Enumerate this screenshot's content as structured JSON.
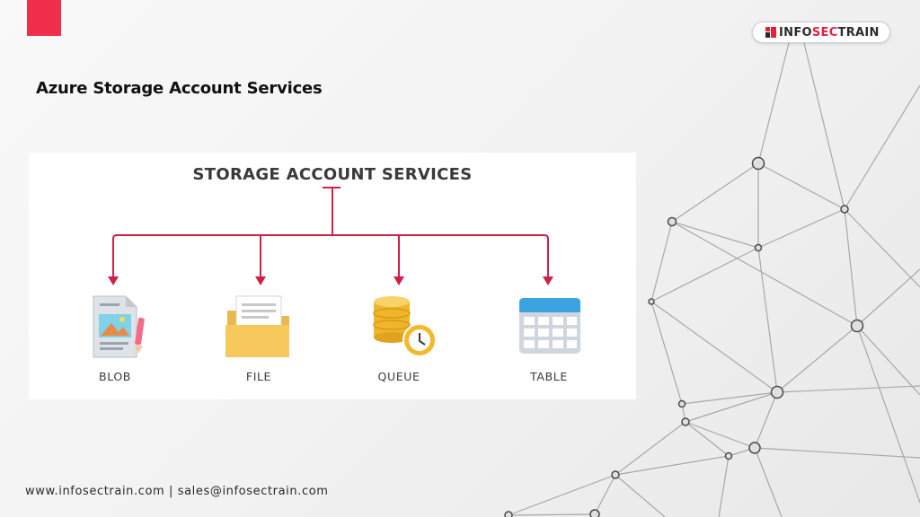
{
  "header": {
    "brand_logo_text": "INFOSECTRAIN",
    "page_title": "Azure Storage Account Services"
  },
  "diagram": {
    "title": "STORAGE ACCOUNT SERVICES",
    "nodes": [
      {
        "label": "BLOB",
        "icon": "blob-document-icon"
      },
      {
        "label": "FILE",
        "icon": "folder-icon"
      },
      {
        "label": "QUEUE",
        "icon": "queue-database-clock-icon"
      },
      {
        "label": "TABLE",
        "icon": "table-grid-icon"
      }
    ],
    "colors": {
      "connector": "#d41f45",
      "accent": "#ee2e4b"
    }
  },
  "footer": {
    "contact": "www.infosectrain.com | sales@infosectrain.com"
  }
}
